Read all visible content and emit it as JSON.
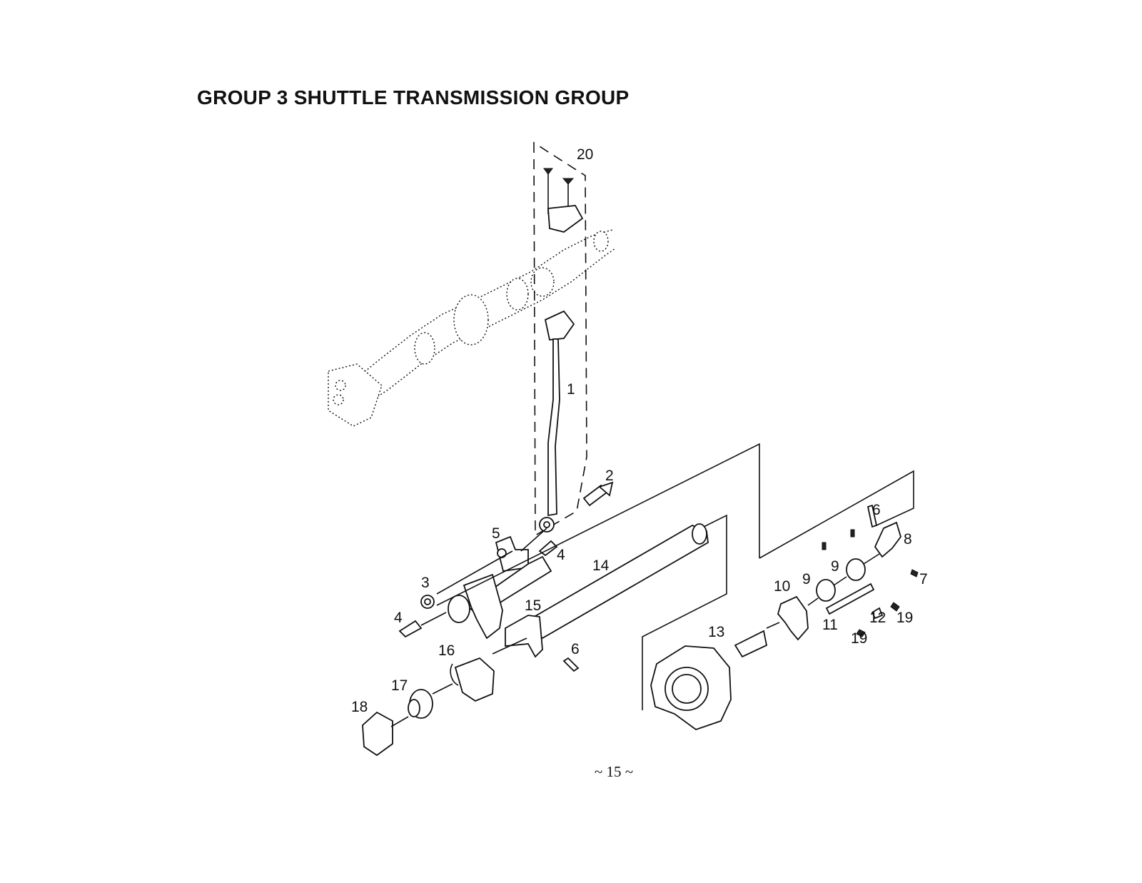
{
  "page": {
    "title": "GROUP 3 SHUTTLE TRANSMISSION GROUP",
    "page_number": "~ 15 ~"
  },
  "diagram": {
    "callouts": [
      "20",
      "1",
      "2",
      "5",
      "4",
      "4",
      "3",
      "14",
      "15",
      "6",
      "16",
      "17",
      "18",
      "6",
      "8",
      "9",
      "9",
      "7",
      "10",
      "12",
      "19",
      "11",
      "19",
      "13"
    ]
  }
}
